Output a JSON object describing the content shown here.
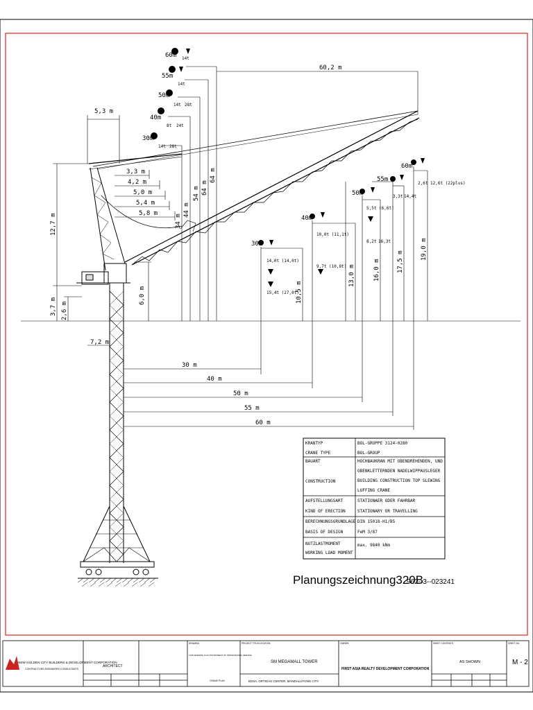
{
  "drawing": {
    "title": "Planungszeichnung320B",
    "number": "962--3--023241",
    "dims": {
      "jib_radius": "60,2 m",
      "a_frame": "5,3 m",
      "d1": "3,3 m",
      "d2": "4,2 m",
      "d3": "5,0 m",
      "d4": "5,4 m",
      "d5": "5,8 m",
      "tower_top": "12,7 m",
      "h1": "3,7 m",
      "h2": "2,6 m",
      "h3": "6,0 m",
      "base": "7,2 m",
      "hook_h1": "34 m",
      "hook_h2": "44 m",
      "hook_h3": "54 m",
      "hook_h4": "64 m",
      "r30": "30 m",
      "r40": "40 m",
      "r50": "50 m",
      "r55": "55 m",
      "r60": "60 m",
      "v1": "10,5 m",
      "v2": "13,0 m",
      "v3": "16,0 m",
      "v4": "17,5 m",
      "v5": "19,0 m"
    },
    "jib_labels": {
      "j60": "60m",
      "j55": "55m",
      "j50": "50m",
      "j40": "40m",
      "j30": "30m",
      "l1": "14t",
      "l2": "14t",
      "l3": "14t",
      "l4": "28t",
      "l5": "8t",
      "l6": "24t",
      "l7": "14t",
      "l8": "28t"
    },
    "loads": {
      "m30": "30m",
      "m40": "40m",
      "m50": "50m",
      "m55": "55m",
      "m60": "60m",
      "p1": "14,0t (14,0t)",
      "p2": "15,4t (27,0t)",
      "p3": "10,0t (11,1t)",
      "p4": "9,7t (10,8t)",
      "p5": "5,5t (6,6t)",
      "p6": "8,2t",
      "p7": "16,3t",
      "p8": "3,3t",
      "p9": "14,4t",
      "p10": "2,6t",
      "p11": "12,6t (22plus)"
    },
    "spec_table": [
      {
        "de": "KRANTYP",
        "en": "CRANE TYPE",
        "v1": "BOL-GRUPPE 3124-0280",
        "v2": "BOL-GROUP"
      },
      {
        "de": "BAUART",
        "en": "CONSTRUCTION",
        "v1": "HOCHBAUKRAN MIT OBENDREHENDEN, UND",
        "v2": "OBENKLETTERNDEN NADELWIPPAUSLEGER",
        "v3": "BUILDING CONSTRUCTION TOP SLEWING",
        "v4": "LUFFING CRANE"
      },
      {
        "de": "AUFSTELLUNGSART",
        "en": "KIND OF ERECTION",
        "v1": "STATIONAER ODER FAHRBAR",
        "v2": "STATIONARY OR TRAVELLING"
      },
      {
        "de": "BERECHNUNGSGRUNDLAGE",
        "en": "BASIS OF DESIGN",
        "v1": "DIN 15018-H1/B5",
        "v2": "FeM 3/87"
      },
      {
        "de": "NUTZLASTMOMENT",
        "en": "WORKING LOAD MOMENT",
        "v1": "max. 9840 kNm",
        "v2": ""
      }
    ]
  },
  "title_block": {
    "company": "NEW GOLDEN CITY BUILDERS & DEVELOPMENT CORPORATION",
    "company_sub": "CONTRACTORS ENGINEERS CONSULTANTS",
    "architect": "ARCHITECT",
    "sheet_contents_label": "SHEET CONTENTS:",
    "owner_label": "OWNER:",
    "project_label": "PROJECT TITLE/LOCATION:",
    "project": "SM MEGAMALL TOWER",
    "location": "EDSA, ORTIGAS CENTER, MANDALUYONG CITY",
    "owner": "FIRST ASIA REALTY DEVELOPMENT CORPORATION",
    "scale": "AS SHOWN",
    "sheet_no": "M - 2",
    "sheet_label": "SHEET NO.",
    "drawing_label": "DRAWING",
    "note": "THIS DRAWING IS AN INSTRUMENT OF PROFESSIONAL SERVICE",
    "crane_plan": "CRANE PLAN"
  }
}
